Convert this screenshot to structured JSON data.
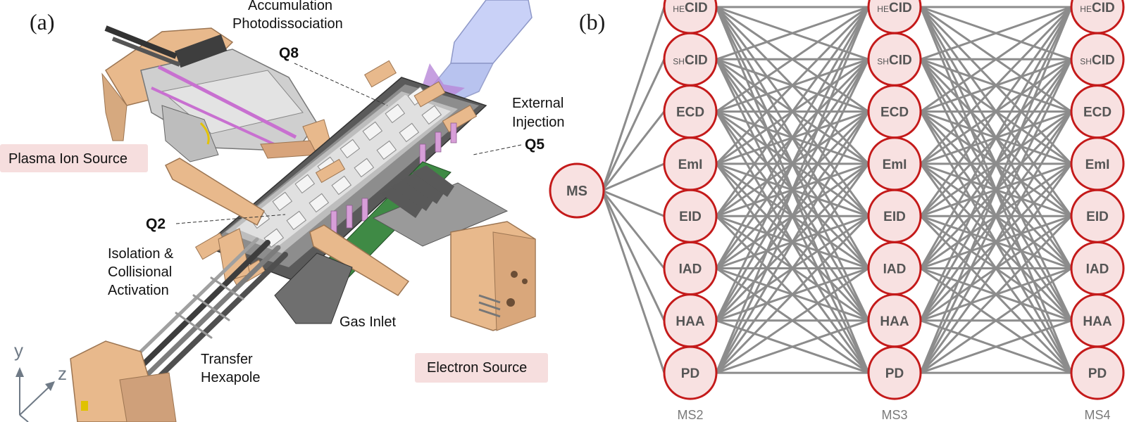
{
  "panel_a": {
    "label": "(a)",
    "callouts": {
      "accumulation": "Accumulation",
      "photodissociation": "Photodissociation",
      "q8": "Q8",
      "external": "External",
      "injection": "Injection",
      "q5": "Q5",
      "plasma_source": "Plasma Ion Source",
      "q2": "Q2",
      "isolation": "Isolation &",
      "collisional": "Collisional",
      "activation": "Activation",
      "gas_inlet": "Gas Inlet",
      "transfer": "Transfer",
      "hexapole": "Hexapole",
      "electron_source": "Electron Source"
    },
    "axes": {
      "y": "y",
      "z": "z"
    },
    "colors": {
      "metal": "#e8b98c",
      "metal_dark": "#b98f67",
      "rod": "#4a4a4a",
      "glass": "#b8c4f0",
      "pink_box": "#f6dede"
    }
  },
  "panel_b": {
    "label": "(b)",
    "source_node": "MS",
    "nodes": [
      {
        "sub": "HE",
        "main": "CID"
      },
      {
        "sub": "SH",
        "main": "CID"
      },
      {
        "sub": "",
        "main": "ECD"
      },
      {
        "sub": "",
        "main": "EmI"
      },
      {
        "sub": "",
        "main": "EID"
      },
      {
        "sub": "",
        "main": "IAD"
      },
      {
        "sub": "",
        "main": "HAA"
      },
      {
        "sub": "",
        "main": "PD"
      }
    ],
    "stages": [
      "MS2",
      "MS3",
      "MS4"
    ],
    "colors": {
      "node_fill": "#f8e1e1",
      "node_stroke": "#c41a1a",
      "edge": "#8c8c8c",
      "text": "#555555"
    }
  }
}
